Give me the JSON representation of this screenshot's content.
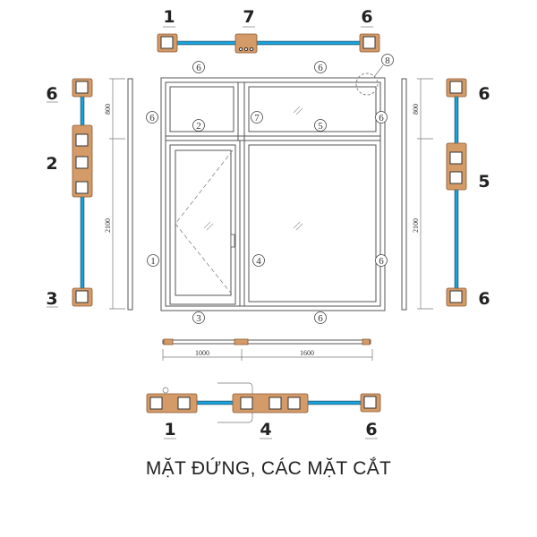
{
  "title": "MẶT ĐỨNG, CÁC MẶT CẮT",
  "colors": {
    "profile": "#d49b68",
    "glass": "#1aa3dd"
  },
  "top_section": {
    "labels": [
      "1",
      "7",
      "6"
    ]
  },
  "left_section": {
    "labels": [
      "6",
      "2",
      "3"
    ]
  },
  "right_section": {
    "labels": [
      "6",
      "5",
      "6"
    ]
  },
  "bottom_section": {
    "labels": [
      "1",
      "4",
      "6"
    ]
  },
  "dimensions": {
    "top_height": "800",
    "bottom_height": "2100",
    "left_width": "1000",
    "right_width": "1600"
  },
  "callouts": {
    "c1": "1",
    "c2": "2",
    "c3": "3",
    "c4": "4",
    "c5": "5",
    "c6": "6",
    "c7": "7",
    "c8": "8"
  }
}
